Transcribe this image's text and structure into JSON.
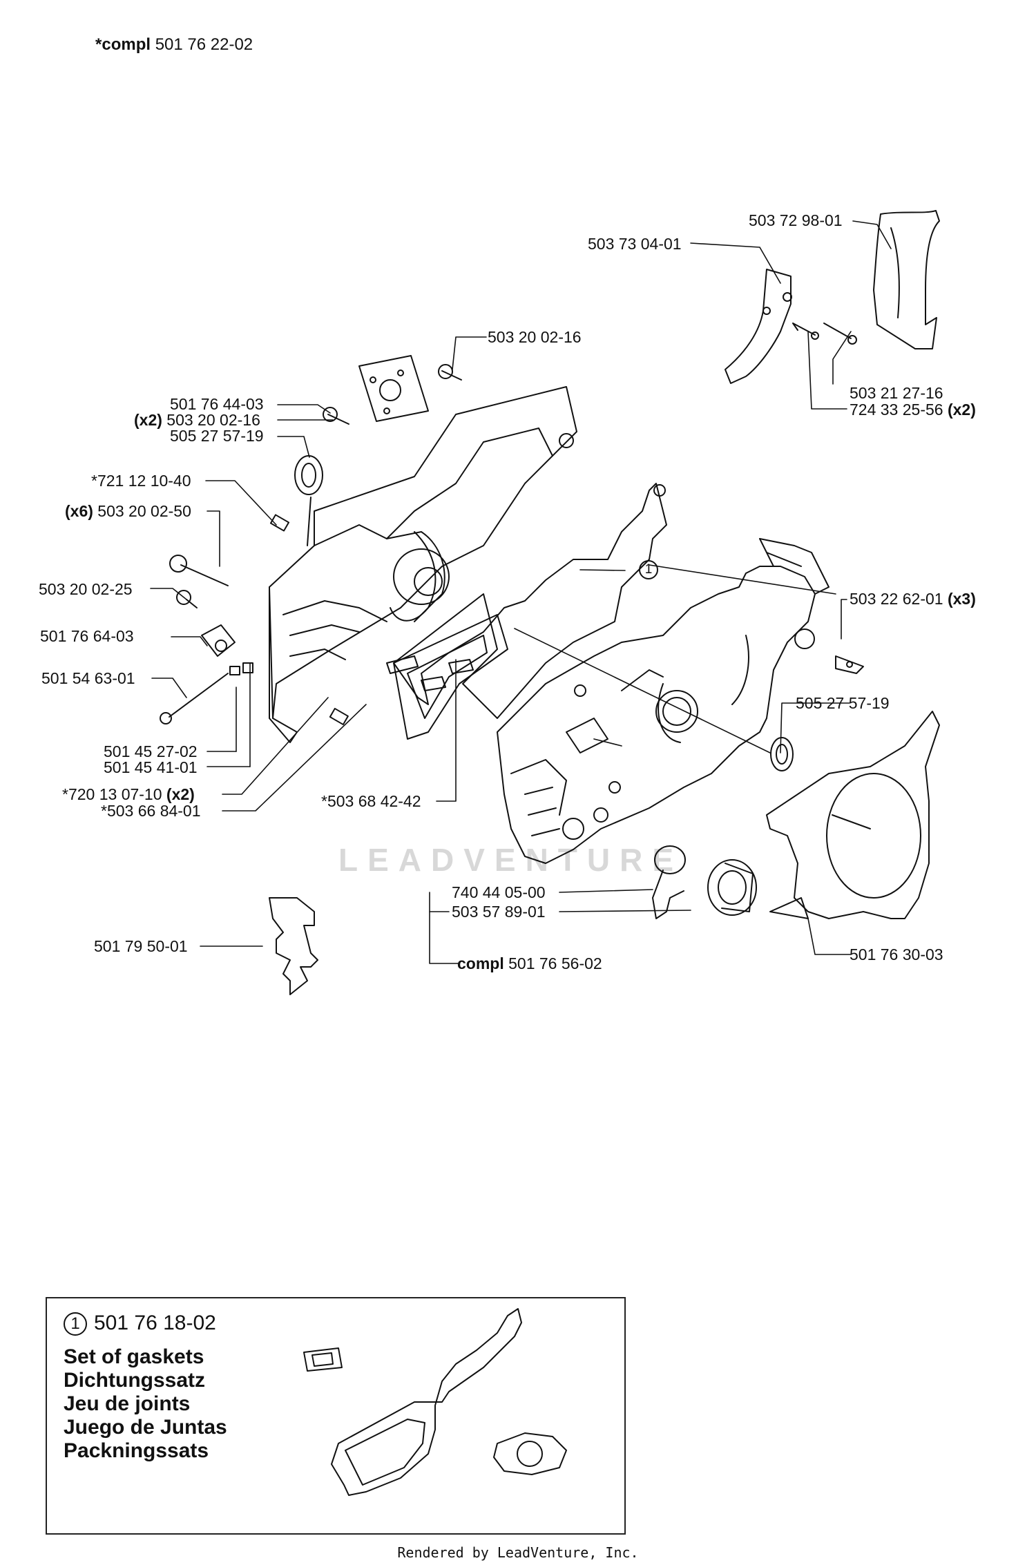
{
  "header": {
    "compl_prefix": "*compl",
    "compl_number": "501 76 22-02"
  },
  "labels": {
    "p01": "503 72 98-01",
    "p02": "503 73 04-01",
    "p03": "503 21 27-16",
    "p04": "724 33 25-56",
    "p04_q": "(x2)",
    "p05": "503 20 02-16",
    "p06": "501 76 44-03",
    "p07_q": "(x2)",
    "p07": "503 20 02-16",
    "p08": "505 27 57-19",
    "p09": "*721 12 10-40",
    "p10_q": "(x6)",
    "p10": "503 20 02-50",
    "p11": "503 20 02-25",
    "p12": "501 76 64-03",
    "p13": "501 54 63-01",
    "p14": "501 45 27-02",
    "p15": "501 45 41-01",
    "p16": "*720 13 07-10",
    "p16_q": "(x2)",
    "p17": "*503 66 84-01",
    "p18": "*503 68 42-42",
    "p19": "503 22 62-01",
    "p19_q": "(x3)",
    "p20": "505 27 57-19",
    "p21": "740 44 05-00",
    "p22": "503 57 89-01",
    "p23_prefix": "compl",
    "p23": "501 76 56-02",
    "p24": "501 76 30-03",
    "p25": "501 79 50-01",
    "ref1": "1"
  },
  "kit": {
    "ref": "1",
    "number": "501 76 18-02",
    "lines": [
      "Set of gaskets",
      "Dichtungssatz",
      "Jeu de joints",
      "Juego de Juntas",
      "Packningssats"
    ]
  },
  "watermark": "LEADVENTURE",
  "footer": "Rendered by LeadVenture, Inc."
}
